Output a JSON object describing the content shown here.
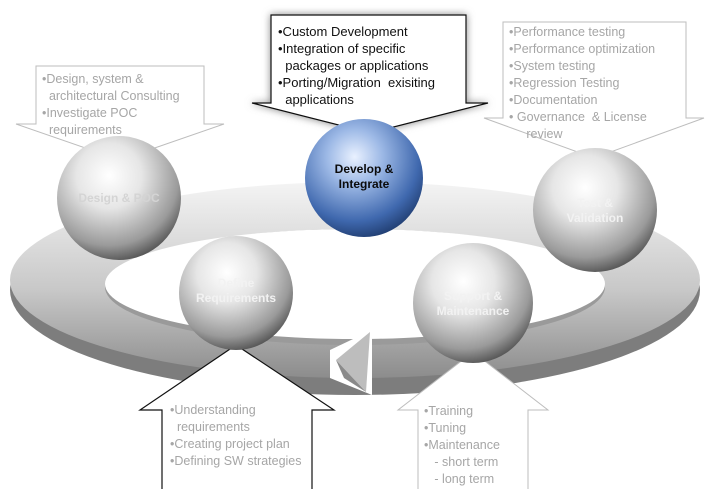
{
  "callouts": {
    "design": {
      "items": [
        "•Design, system &",
        "  architectural Consulting",
        "•Investigate POC",
        "  requirements"
      ]
    },
    "develop": {
      "items": [
        "•Custom Development",
        "•Integration of specific",
        "  packages or applications",
        "•Porting/Migration  exisiting",
        "  applications"
      ]
    },
    "test": {
      "items": [
        "•Performance testing",
        "•Performance optimization",
        "•System testing",
        "•Regression Testing",
        "•Documentation",
        "• Governance  & License",
        "     review"
      ]
    },
    "define": {
      "items": [
        "•Understanding",
        "  requirements",
        "•Creating project plan",
        "•Defining SW strategies"
      ]
    },
    "support": {
      "items": [
        "•Training",
        "•Tuning",
        "•Maintenance",
        "   - short term",
        "   - long term"
      ]
    }
  },
  "spheres": {
    "design": {
      "line1": "Design & POC",
      "line2": ""
    },
    "develop": {
      "line1": "Develop &",
      "line2": "Integrate"
    },
    "test": {
      "line1": "Test &",
      "line2": "Validation"
    },
    "define": {
      "line1": "Define",
      "line2": "Requirements"
    },
    "support": {
      "line1": "Support &",
      "line2": "Maintenance"
    }
  },
  "colors": {
    "highlight_sphere": "#3a62a8",
    "gray_text": "#a6a6a6",
    "dark_text": "#111111"
  }
}
